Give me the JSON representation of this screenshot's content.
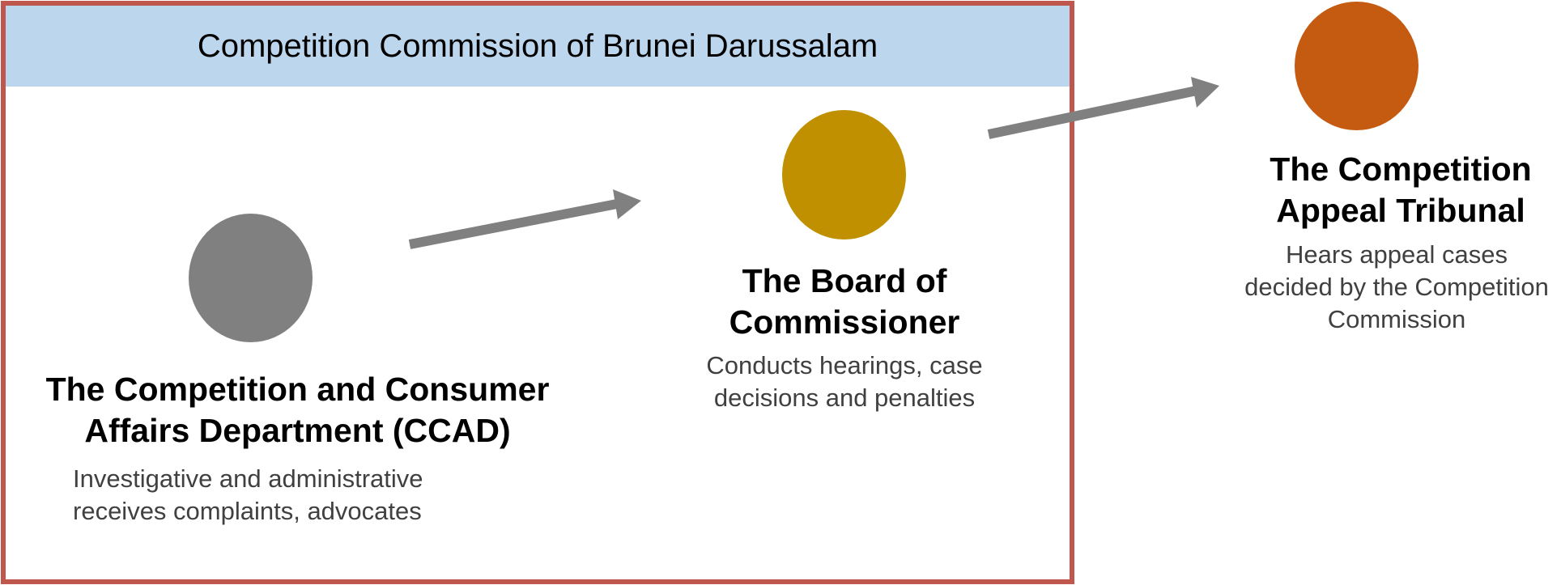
{
  "diagram": {
    "container": {
      "title": "Competition Commission of Brunei Darussalam",
      "border_color": "#c0574e",
      "banner_color": "#bcd6ee"
    },
    "nodes": [
      {
        "id": "ccad",
        "circle_color": "#808080",
        "title_lines": [
          "The Competition and Consumer",
          "Affairs Department (CCAD)"
        ],
        "description_lines": [
          "Investigative and administrative",
          "receives complaints, advocates"
        ]
      },
      {
        "id": "board",
        "circle_color": "#c09000",
        "title_lines": [
          "The Board of",
          "Commissioner"
        ],
        "description_lines": [
          "Conducts hearings, case",
          "decisions and penalties"
        ]
      },
      {
        "id": "tribunal",
        "circle_color": "#c55a11",
        "title_lines": [
          "The Competition",
          "Appeal Tribunal"
        ],
        "description_lines": [
          "Hears appeal cases",
          "decided by the Competition",
          "Commission"
        ]
      }
    ],
    "edges": [
      {
        "from": "ccad",
        "to": "board"
      },
      {
        "from": "board",
        "to": "tribunal"
      }
    ],
    "arrow_color": "#808080"
  }
}
